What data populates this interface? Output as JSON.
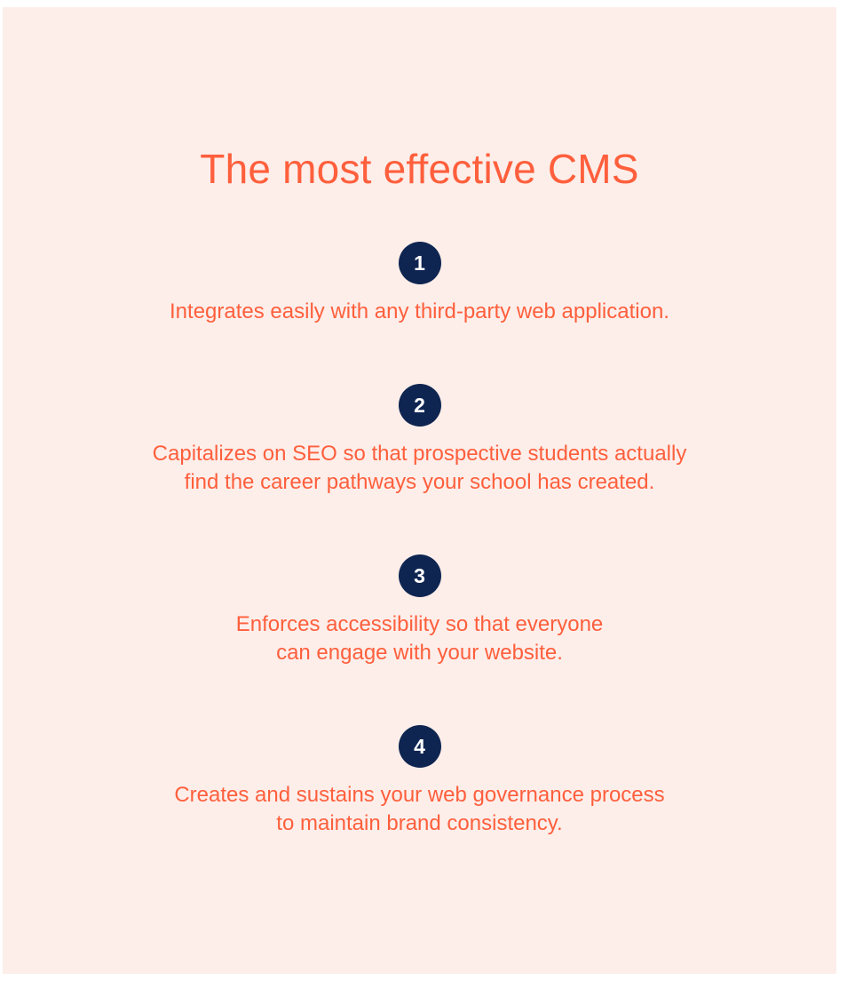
{
  "page": {
    "title": "The most effective CMS",
    "items": [
      {
        "number": "1",
        "text": "Integrates easily with any third-party web application."
      },
      {
        "number": "2",
        "text": "Capitalizes on SEO so that prospective students actually\nfind the career pathways your school has created."
      },
      {
        "number": "3",
        "text": "Enforces accessibility so that everyone\ncan engage with your website."
      },
      {
        "number": "4",
        "text": "Creates and sustains your web governance process\nto maintain brand consistency."
      }
    ]
  },
  "colors": {
    "background": "#fdeeea",
    "accent": "#ff5f3c",
    "badge": "#0f2551"
  }
}
